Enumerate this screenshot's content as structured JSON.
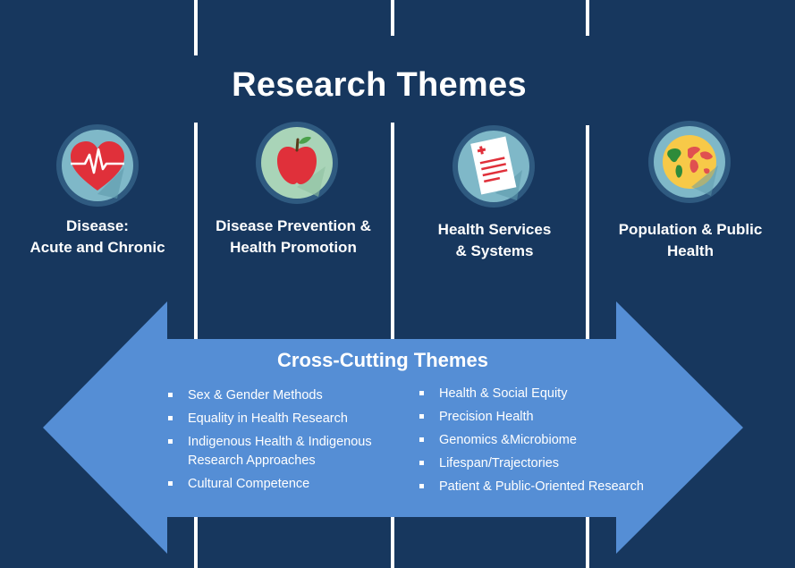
{
  "title": "Research Themes",
  "themes": [
    {
      "icon": "heart-icon",
      "lines": [
        "Disease:",
        "Acute and Chronic"
      ]
    },
    {
      "icon": "apple-icon",
      "lines": [
        "Disease Prevention &",
        "Health Promotion"
      ]
    },
    {
      "icon": "document-icon",
      "lines": [
        "Health Services",
        "& Systems"
      ]
    },
    {
      "icon": "world-map-icon",
      "lines": [
        "Population & Public",
        "Health"
      ]
    }
  ],
  "cross_cutting": {
    "title": "Cross-Cutting Themes",
    "left": [
      {
        "lines": [
          "Sex & Gender Methods"
        ]
      },
      {
        "lines": [
          "Equality in Health Research"
        ]
      },
      {
        "lines": [
          "Indigenous Health & Indigenous",
          "Research Approaches"
        ]
      },
      {
        "lines": [
          "Cultural Competence"
        ]
      }
    ],
    "right": [
      {
        "lines": [
          "Health & Social Equity"
        ]
      },
      {
        "lines": [
          "Precision Health"
        ]
      },
      {
        "lines": [
          "Genomics &Microbiome"
        ]
      },
      {
        "lines": [
          "Lifespan/Trajectories"
        ]
      },
      {
        "lines": [
          "Patient & Public-Oriented Research"
        ]
      }
    ]
  },
  "colors": {
    "background": "#17375e",
    "arrow": "#558ed5",
    "icon_circle": "#7fb8c8",
    "text": "#ffffff"
  }
}
